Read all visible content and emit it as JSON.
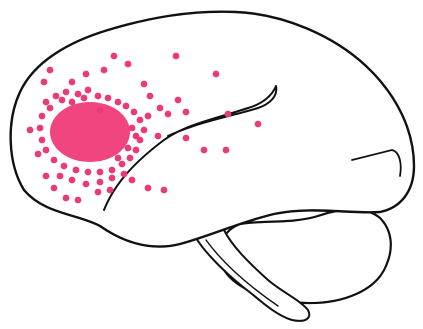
{
  "colors": {
    "outline": "#111111",
    "fill": "#ffffff",
    "focus": "#f0457f",
    "dots": "#ea3b78"
  },
  "diagram": {
    "subject": "brain-lateral-view",
    "highlight": "frontal-region-focus",
    "scatter_dot_count": 74
  }
}
